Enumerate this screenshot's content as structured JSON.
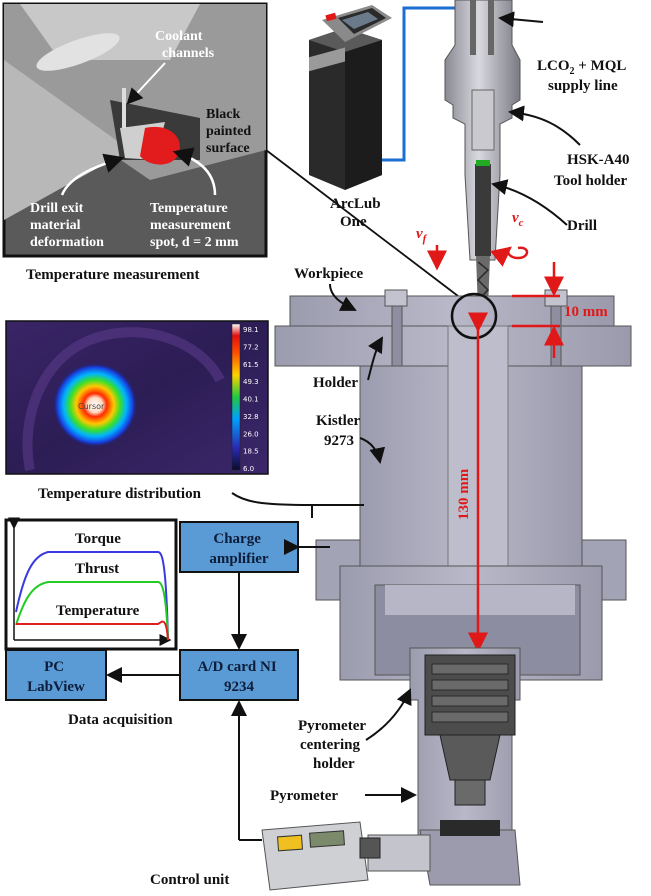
{
  "labels": {
    "coolant_channels": [
      "Coolant",
      "channels"
    ],
    "black_painted": [
      "Black",
      "painted",
      "surface"
    ],
    "drill_exit": [
      "Drill exit",
      "material",
      "deformation"
    ],
    "temp_spot": [
      "Temperature",
      "measurement",
      "spot, d = 2 mm"
    ],
    "temperature_measurement": "Temperature measurement",
    "arclub": [
      "ArcLub",
      "One"
    ],
    "supply_line": [
      "LCO",
      "2",
      " + MQL",
      "supply line"
    ],
    "tool_holder": [
      "HSK-A40",
      "Tool holder"
    ],
    "drill": "Drill",
    "vf": "v",
    "vf_sub": "f",
    "vc": "v",
    "vc_sub": "c",
    "workpiece": "Workpiece",
    "ten_mm": "10 mm",
    "holder": "Holder",
    "kistler": [
      "Kistler",
      "9273"
    ],
    "hundred_thirty_mm": "130 mm",
    "temperature_distribution": "Temperature distribution",
    "pyrometer_centering": [
      "Pyrometer",
      "centering",
      "holder"
    ],
    "pyrometer": "Pyrometer",
    "control_unit": "Control unit",
    "data_acquisition": "Data acquisition",
    "thermal_cursor": "Cursor"
  },
  "boxes": {
    "charge_amplifier": [
      "Charge",
      "amplifier"
    ],
    "ad_card": [
      "A/D card NI",
      "9234"
    ],
    "pc": [
      "PC",
      "LabView"
    ]
  },
  "signal_plot": {
    "torque": "Torque",
    "thrust": "Thrust",
    "temperature": "Temperature"
  },
  "colorbar": {
    "ticks": [
      "98.1",
      "77.2",
      "61.5",
      "49.3",
      "40.1",
      "32.8",
      "26.0",
      "18.5",
      "6.0"
    ]
  },
  "colors": {
    "blue_box": "#5b9bd5",
    "torque_line": "#3a3ae0",
    "thrust_line": "#22cc22",
    "temperature_line": "#e02020",
    "dimension_red": "#e01818",
    "holder_gray": "#a9a9b8"
  }
}
